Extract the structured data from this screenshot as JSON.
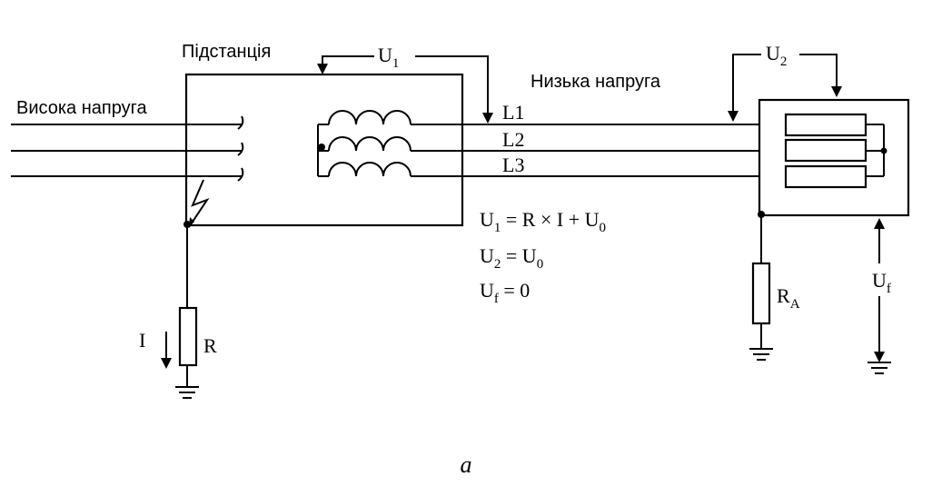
{
  "labels": {
    "substation": "Підстанція",
    "high_voltage": "Висока напруга",
    "low_voltage": "Низька напруга",
    "lines": [
      "L1",
      "L2",
      "L3"
    ],
    "u1": {
      "base": "U",
      "sub": "1"
    },
    "u2": {
      "base": "U",
      "sub": "2"
    },
    "uf": {
      "base": "U",
      "sub": "f"
    },
    "ra": {
      "base": "R",
      "sub": "A"
    },
    "current": "I",
    "resistor": "R",
    "caption": "a"
  },
  "equations": [
    {
      "a": "U",
      "a_sub": "1",
      "rest": " = R × I + U",
      "rest_sub": "0"
    },
    {
      "a": "U",
      "a_sub": "2",
      "rest": " = U",
      "rest_sub": "0"
    },
    {
      "a": "U",
      "a_sub": "f",
      "rest": " = 0",
      "rest_sub": ""
    }
  ],
  "colors": {
    "ink": "#000000",
    "background": "#ffffff"
  }
}
